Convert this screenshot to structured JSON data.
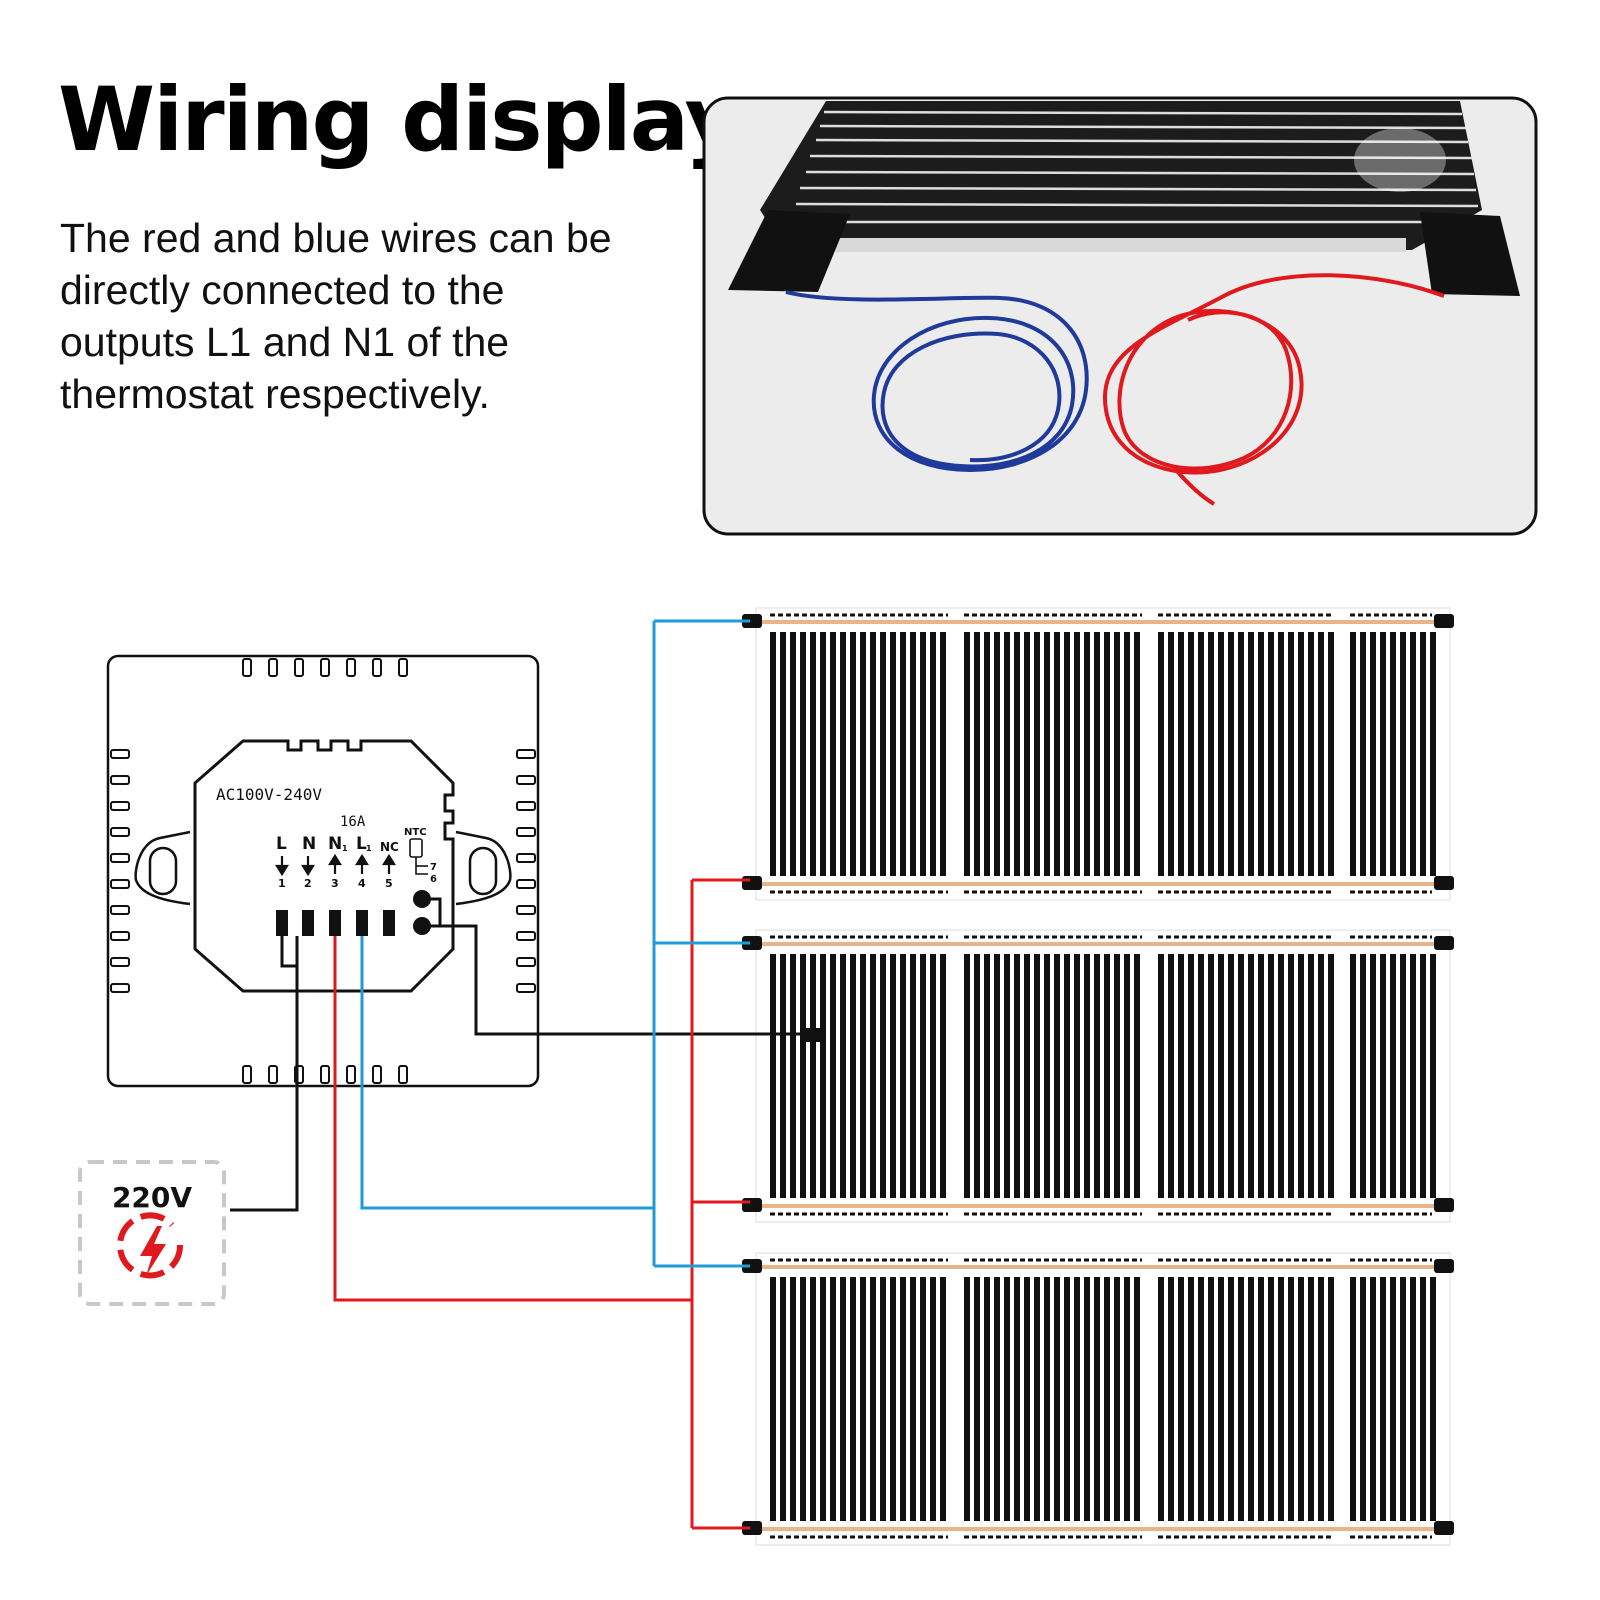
{
  "title": "Wiring display",
  "description": [
    "The red and blue wires can be",
    "directly connected to the",
    "outputs L1 and N1 of the",
    "thermostat respectively."
  ],
  "thermostat": {
    "voltage": "AC100V-240V",
    "current": "16A",
    "ntc": "NTC",
    "terminals": [
      {
        "label": "L",
        "num": "1"
      },
      {
        "label": "N",
        "num": "2"
      },
      {
        "label": "N",
        "sub": "1",
        "num": "3"
      },
      {
        "label": "L",
        "sub": "1",
        "num": "4"
      },
      {
        "label": "NC",
        "num": "5"
      }
    ],
    "ntc_pins": [
      "7",
      "6"
    ]
  },
  "power": {
    "label": "220V"
  },
  "colors": {
    "red": "#e0191e",
    "blue": "#1f9bd7",
    "black": "#111111",
    "copper": "#e8b48c"
  }
}
